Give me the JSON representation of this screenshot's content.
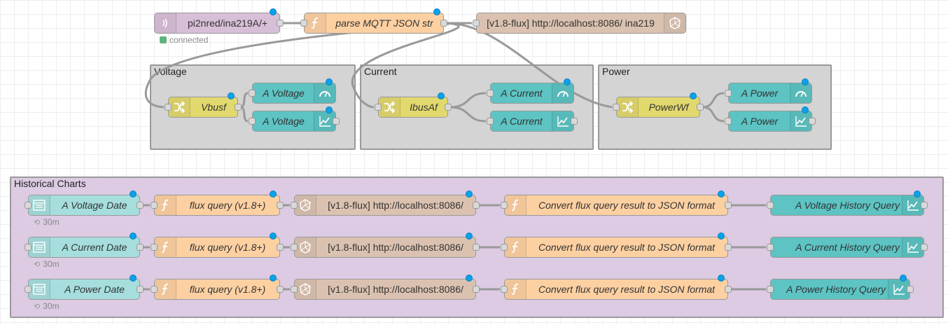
{
  "colors": {
    "mqtt": "#d8bfd8",
    "function": "#fdd0a2",
    "influx": "#dbc2b0",
    "change": "#e2d96e",
    "dashboard": "#5dc3c3",
    "inject": "#a6dede",
    "changed_dot": "#0aa2ec",
    "group_gray": "#d4d4d4",
    "group_lavender": "#dccbe3",
    "wire": "#999999"
  },
  "groups": {
    "voltage": "Voltage",
    "current": "Current",
    "power": "Power",
    "historical": "Historical Charts"
  },
  "nodes": {
    "mqtt": {
      "label": "pi2nred/ina219A/+",
      "status": "connected",
      "icon": "mqtt-wave-icon"
    },
    "parse": {
      "label": "parse MQTT JSON str",
      "icon": "function-icon"
    },
    "influx_out": {
      "label": "[v1.8-flux] http://localhost:8086/ ina219",
      "icon": "influxdb-icon"
    },
    "vbusf": {
      "label": "Vbusf",
      "icon": "shuffle-icon"
    },
    "ibusaf": {
      "label": "IbusAf",
      "icon": "shuffle-icon"
    },
    "powerwf": {
      "label": "PowerWf",
      "icon": "shuffle-icon"
    },
    "v_gauge": {
      "label": "A Voltage",
      "icon": "gauge-icon"
    },
    "v_chart": {
      "label": "A Voltage",
      "icon": "chart-icon"
    },
    "c_gauge": {
      "label": "A Current",
      "icon": "gauge-icon"
    },
    "c_chart": {
      "label": "A Current",
      "icon": "chart-icon"
    },
    "p_gauge": {
      "label": "A Power",
      "icon": "gauge-icon"
    },
    "p_chart": {
      "label": "A Power",
      "icon": "chart-icon"
    }
  },
  "history_rows": [
    {
      "inject": "A Voltage Date",
      "interval": "30m",
      "query": "flux query (v1.8+)",
      "influx": "[v1.8-flux] http://localhost:8086/",
      "convert": "Convert flux query result to JSON format",
      "chart": "A Voltage History Query"
    },
    {
      "inject": "A Current Date",
      "interval": "30m",
      "query": "flux query (v1.8+)",
      "influx": "[v1.8-flux] http://localhost:8086/",
      "convert": "Convert flux query result to JSON format",
      "chart": "A Current History Query"
    },
    {
      "inject": "A Power Date",
      "interval": "30m",
      "query": "flux query (v1.8+)",
      "influx": "[v1.8-flux] http://localhost:8086/",
      "convert": "Convert flux query result to JSON format",
      "chart": "A Power History Query"
    }
  ]
}
